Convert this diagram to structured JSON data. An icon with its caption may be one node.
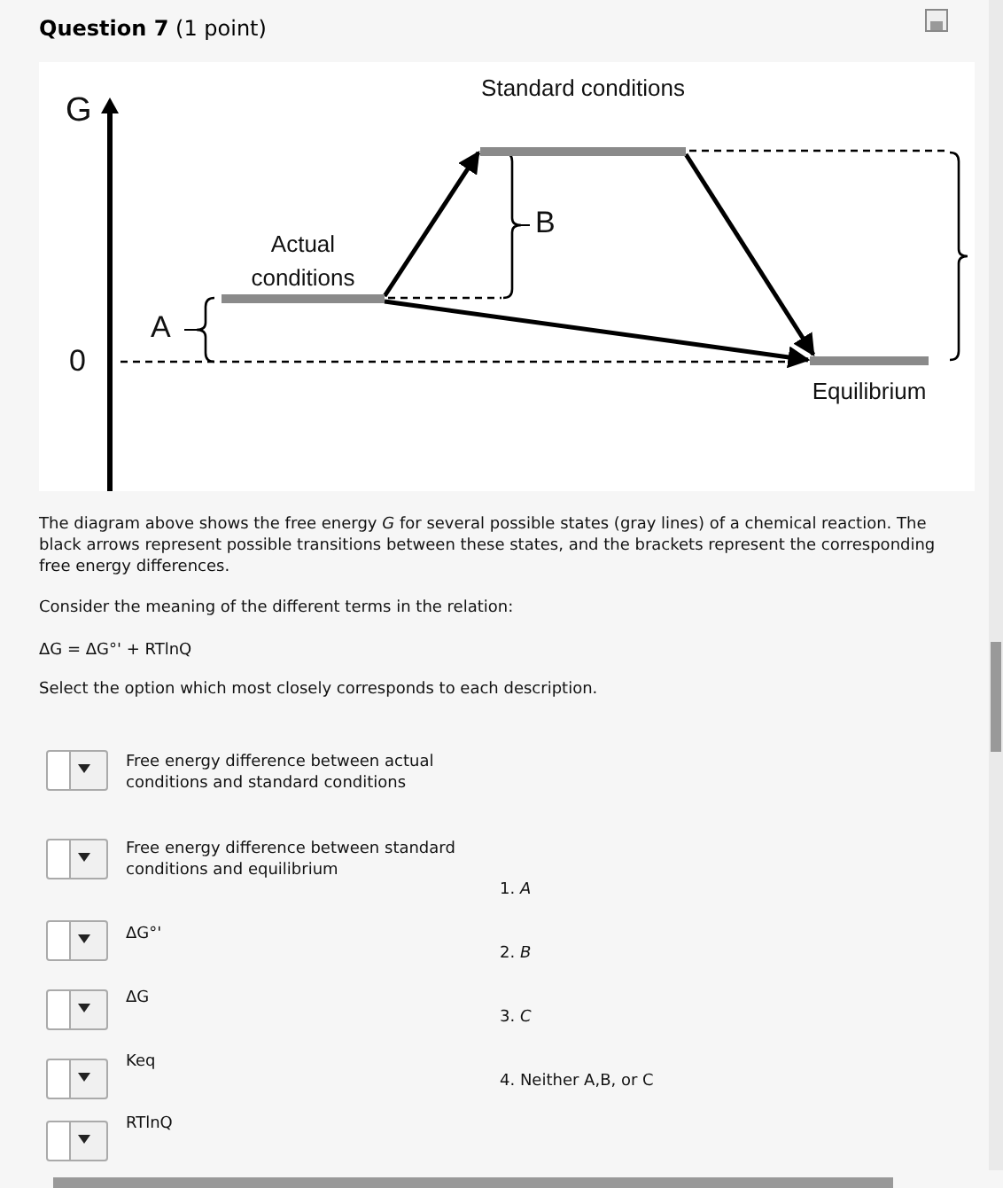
{
  "diagram": {
    "title": "**Question 7** (1 point)",
    "nodes": [
      {
        "text": [
          "Actual conditions"
        ]
      },
      {
        "text": [
          "Standard conditions"
        ]
      },
      {
        "text": [
          "Equilibrium"
        ]
      }
    ],
    "edges": [
      {
        "from": 0,
        "to": 1,
        "arrow": "to"
      },
      {
        "from": 1,
        "to": 2,
        "arrow": "to"
      },
      {
        "from": 0,
        "to": 2,
        "arrow": "to"
      }
    ],
    "labels": [
      "G",
      "0",
      "A",
      "B",
      "The diagram above shows the free energy *G* for several possible states (gray lines) of a chemical reaction. The black arrows represent possible transitions between these states, and the brackets represent the corresponding free energy differences.",
      "Consider the meaning of the different terms in the relation:",
      "ΔG = ΔG°' + RTlnQ",
      "Select the option which most closely corresponds to each description.",
      "Free energy difference between actual conditions and standard conditions",
      "Free energy difference between standard conditions and equilibrium",
      "ΔG°'",
      "ΔG",
      "Keq",
      "RTlnQ",
      "1. *A*",
      "2. *B*",
      "3. *C*",
      "4. Neither A,B, or C"
    ]
  }
}
